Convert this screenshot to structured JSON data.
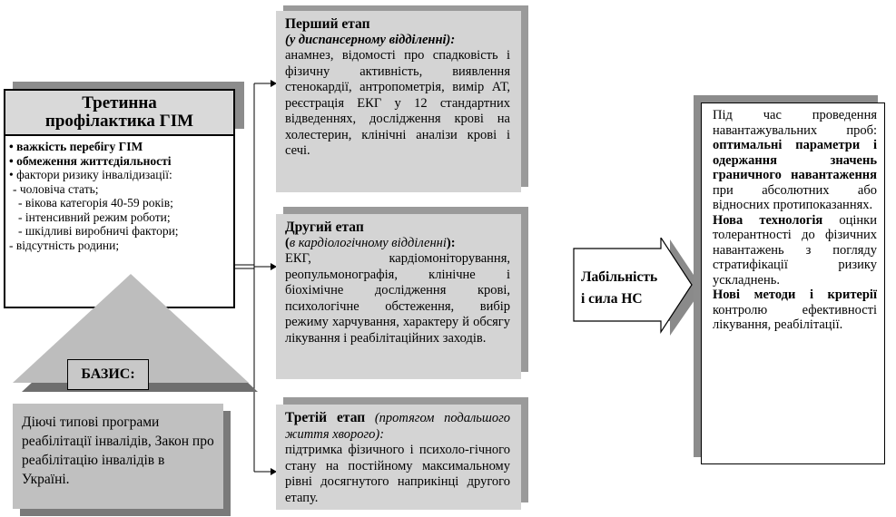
{
  "main": {
    "title": "Третинна профілактика ГІМ",
    "bullet1": "• важкість перебігу ГІМ",
    "bullet2": "• обмеження життєдіяльності",
    "bullet3": "• фактори ризику інвалідизації:",
    "sub1": "- чоловіча стать;",
    "sub2": "- вікова категорія 40-59 років;",
    "sub3": "- інтенсивний режим роботи;",
    "sub4": "- шкідливі виробничі фактори;",
    "sub5": "- відсутність родини;"
  },
  "basis": {
    "label": "БАЗИС:",
    "text": "Діючі типові програми реабілітації інвалідів, Закон про реабілітацію інвалідів в Україні."
  },
  "stage1": {
    "title": "Перший етап",
    "subtitle": "(у диспансерному відділенні):",
    "text": "анамнез, відомості про спадковість і фізичну активність, виявлення стенокардії, антропометрія, вимір АТ, реєстрація ЕКГ у 12 стандартних відведеннях, дослідження крові на холестерин, клінічні аналізи крові і сечі."
  },
  "stage2": {
    "title": "Другий етап",
    "subtitle_open": "(",
    "subtitle_italic": "в кардіологічному відділенні",
    "subtitle_close": "):",
    "text": "ЕКГ, кардіомоніторування, реопульмонографія, клінічне і біохімічне дослідження крові, психологічне обстеження, вибір режиму харчування, характеру й обсягу лікування і реабілітаційних заходів."
  },
  "stage3": {
    "title": "Третій етап",
    "subtitle": "(протягом подальшого життя хворого):",
    "text": "підтримка фізичного і психоло-гічного стану на постійному максимальному рівні досягнутого наприкінці другого етапу."
  },
  "arrow": {
    "line1": "Лабільність",
    "line2": "і сила НС"
  },
  "right": {
    "p1_plain": "Під час проведення навантажувальних проб: ",
    "p1_bold": "оптимальні параметри і одержання значень граничного навантаження",
    "p1_tail": " при абсолютних або відносних протипоказаннях.",
    "p2_bold": "Нова технологія",
    "p2_tail": " оцінки толерантності до фізичних навантажень з погляду стратифікації ризику ускладнень.",
    "p3_bold": "Нові методи і критерії",
    "p3_tail": " контролю ефективності лікування, реабілітації."
  },
  "colors": {
    "box_fill": "#d4d4d4",
    "shadow": "#9a9a9a",
    "triangle": "#bdbdbd"
  }
}
